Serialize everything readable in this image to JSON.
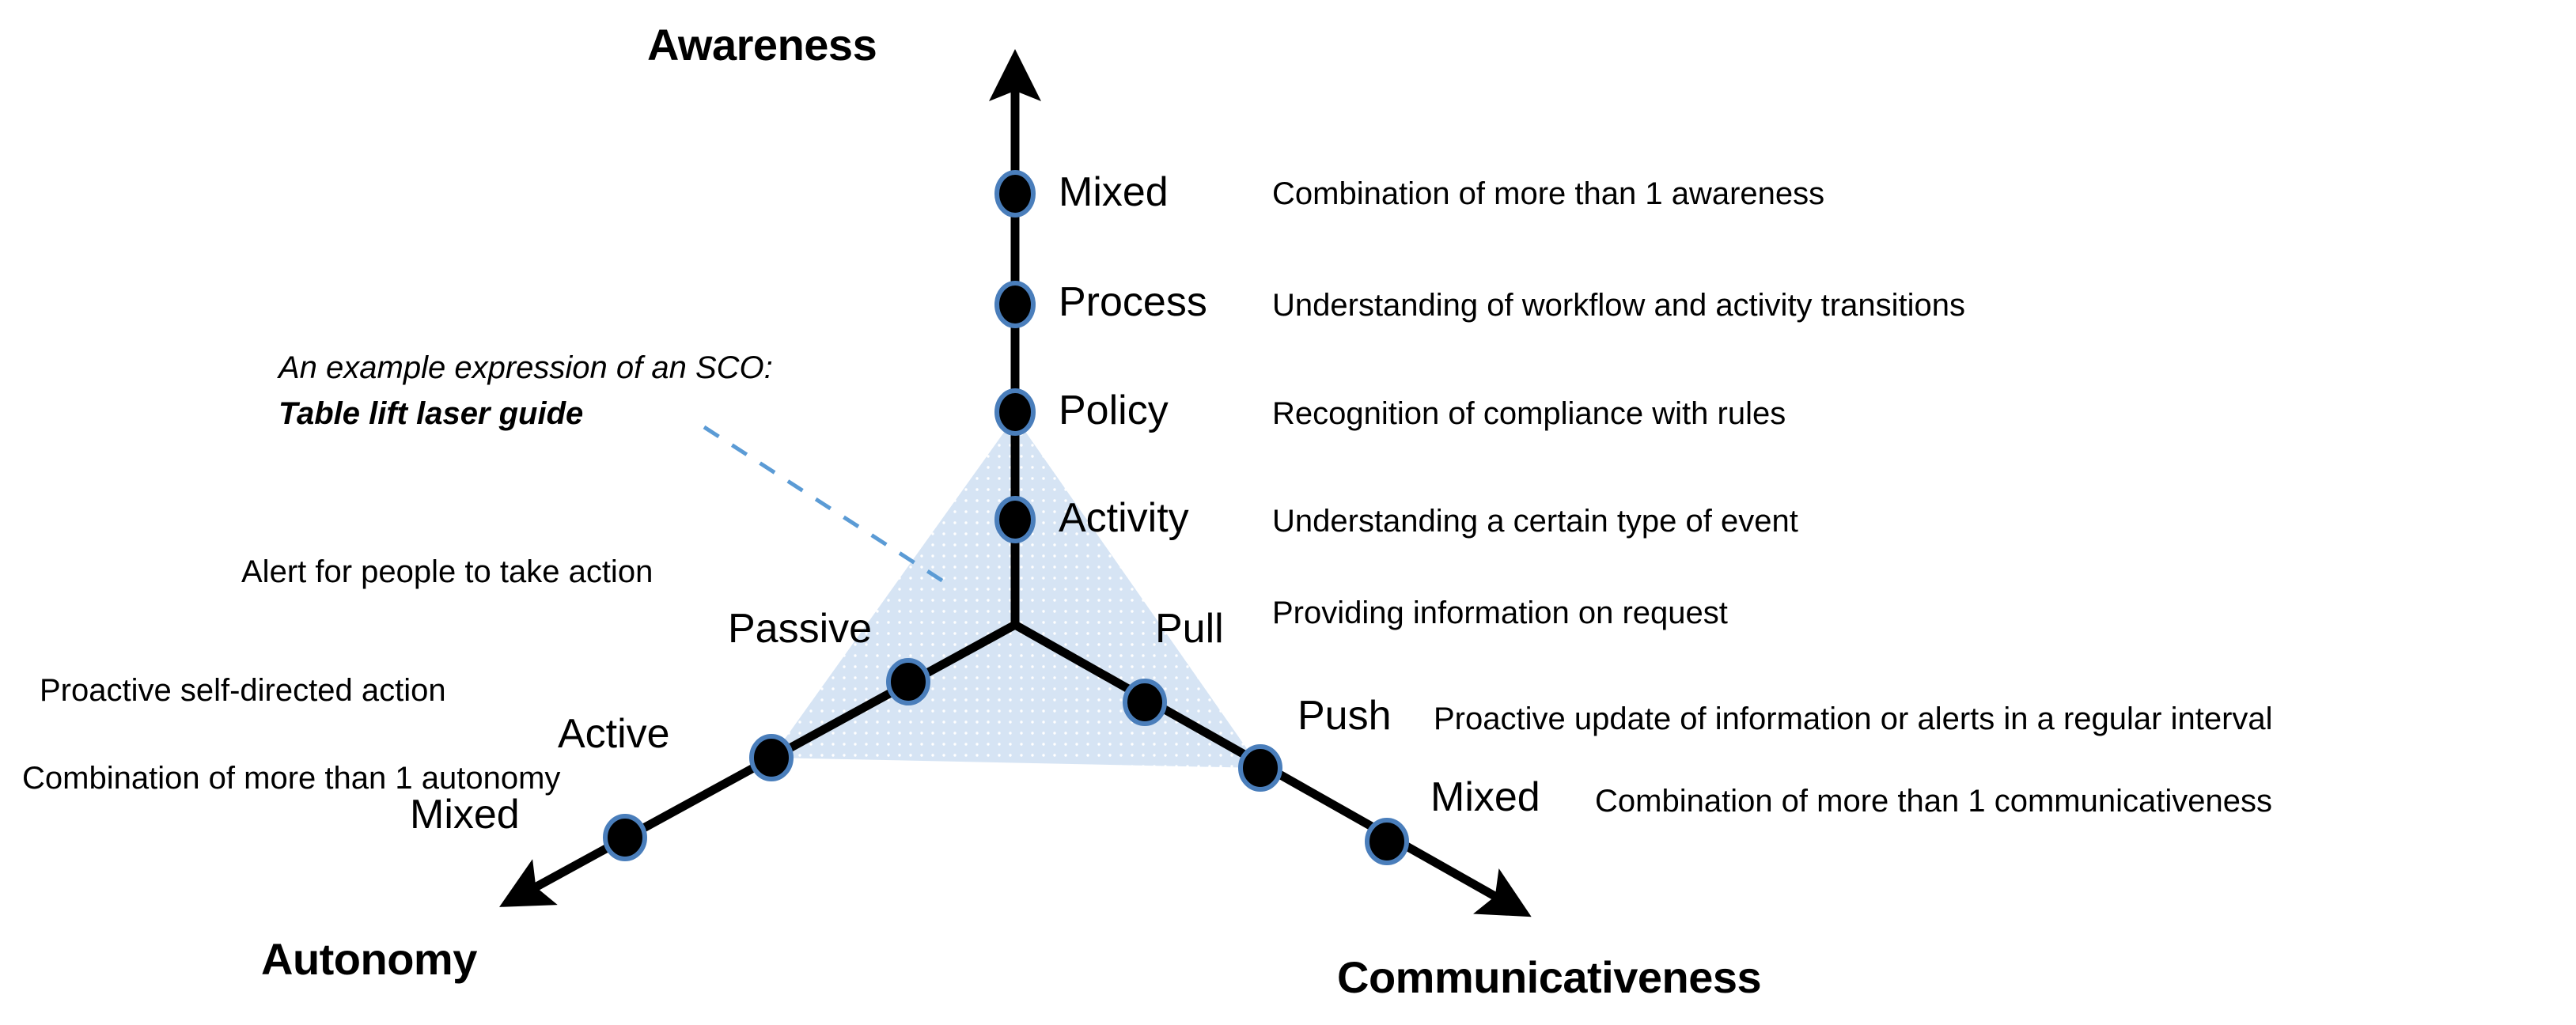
{
  "diagram": {
    "title_hidden": "",
    "colors": {
      "axis": "#000000",
      "triangle_fill": "#d6e4f4",
      "triangle_dot_pattern": "#ffffff",
      "node_outline": "#4a7ebb",
      "node_fill": "#000000",
      "leader_line": "#5b9bd5",
      "text": "#000000"
    },
    "axes": [
      {
        "id": "awareness",
        "title": "Awareness",
        "direction": "up",
        "nodes": [
          {
            "label": "Mixed",
            "description": "Combination of more than 1 awareness"
          },
          {
            "label": "Process",
            "description": "Understanding of workflow and activity transitions"
          },
          {
            "label": "Policy",
            "description": "Recognition of compliance with rules"
          },
          {
            "label": "Activity",
            "description": "Understanding a certain type of event"
          }
        ]
      },
      {
        "id": "autonomy",
        "title": "Autonomy",
        "direction": "down-left",
        "nodes": [
          {
            "label": "Passive",
            "description": "Alert for people to take action"
          },
          {
            "label": "Active",
            "description": "Proactive self-directed action"
          },
          {
            "label": "Mixed",
            "description": "Combination of more than 1 autonomy"
          }
        ]
      },
      {
        "id": "communicativeness",
        "title": "Communicativeness",
        "direction": "down-right",
        "nodes": [
          {
            "label": "Pull",
            "description": "Providing information on request"
          },
          {
            "label": "Push",
            "description": "Proactive update of information or alerts in a regular interval"
          },
          {
            "label": "Mixed",
            "description": "Combination of more than 1 communicativeness"
          }
        ]
      }
    ],
    "annotation": {
      "line1": "An example expression of an SCO:",
      "line2": "Table lift laser guide"
    },
    "example_region": {
      "awareness_level": "Policy",
      "autonomy_level": "Active",
      "communicativeness_level": "Push"
    }
  }
}
